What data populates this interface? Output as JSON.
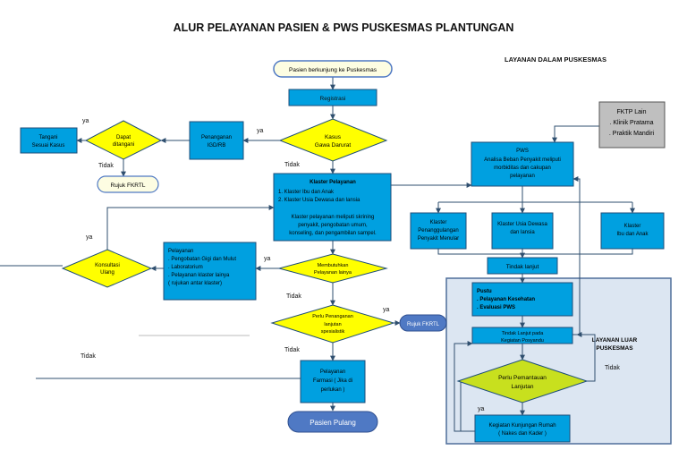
{
  "title": "ALUR  PELAYANAN  PASIEN & PWS PUSKESMAS PLANTUNGAN",
  "section_in": "LAYANAN DALAM PUSKESMAS",
  "section_out": [
    "LAYANAN LUAR",
    "PUSKESMAS"
  ],
  "colors": {
    "blue": "#00A0E0",
    "yellow": "#FFFF00",
    "lime": "#C8E01E",
    "navy_pill": "#4F79C4",
    "outer_panel": "#DCE6F2",
    "gray_box": "#BFBFBF",
    "start_fill": "#FDFDE2",
    "arrow": "#2F4F6F"
  },
  "nodes": {
    "start": "Pasien berkunjung ke Puskesmas",
    "registrasi": "Registrasi",
    "kasus": [
      "Kasus",
      "Gawa Darurat"
    ],
    "igd": [
      "Penanganan",
      "IGD/RB"
    ],
    "dapat": [
      "Dapat",
      "ditangani"
    ],
    "tangani": [
      "Tangani",
      "Sesuai Kasus"
    ],
    "rujuk1": "Rujuk FKRTL",
    "klaster_title": "Klaster Pelayanan",
    "klaster_items": [
      "1.   Klaster Ibu dan Anak",
      "2.   Klaster Usia Dewasa dan lansia"
    ],
    "klaster_desc": [
      "Klaster pelayanan meliputi skrining",
      "penyakit, pengobatan umum,",
      "konseling, dan pengambilan sampel."
    ],
    "membutuhkan": [
      "Membutuhkan",
      "Pelayanan lainya"
    ],
    "pelayanan_lain": [
      "Pelayanan",
      ". Pengobatan Gigi dan Mulut",
      ". Laboratorium",
      ". Pelayanan klaster lainya",
      "  ( rujukan antar klaster)"
    ],
    "konsultasi": [
      "Konsultasi",
      "Ulang"
    ],
    "perlu_penanganan": [
      "Perlu Penanganan",
      "lanjutan",
      "spesialistik"
    ],
    "rujuk2": "Rujuk FKRTL",
    "farmasi": [
      "Pelayanan",
      "Farmasi ( Jika di",
      "perlukan )"
    ],
    "pulang": "Pasien Pulang",
    "fktp": [
      "FKTP Lain",
      ". Klinik Pratama",
      ". Praktik Mandiri"
    ],
    "pws": [
      "PWS",
      "Analisa Beban Penyakit meliputi",
      "morbiditas dan cakupan",
      "pelayanan"
    ],
    "k_menular": [
      "Klaster",
      "Penanggulangan",
      "Penyakit Menular"
    ],
    "k_dewasa": [
      "Klaster Usia Dewasa",
      "dan lansia"
    ],
    "k_ibu": [
      "Klaster",
      "Ibu dan Anak"
    ],
    "tindak_lanjut": "Tindak lanjut",
    "pustu": [
      "Pustu",
      ". Pelayanan Kesehatan",
      ". Evaluasi PWS"
    ],
    "posyandu": [
      "Tindak Lanjut pada",
      "Kegiatan Posyandu"
    ],
    "perlu_pemantauan": [
      "Perlu Pemantauan",
      "Lanjutan"
    ],
    "kunjungan": [
      "Kegiatan Kunjungan Rumah",
      "( Nakes dan Kader )"
    ]
  },
  "edge_labels": {
    "ya": "ya",
    "tidak": "Tidak"
  }
}
